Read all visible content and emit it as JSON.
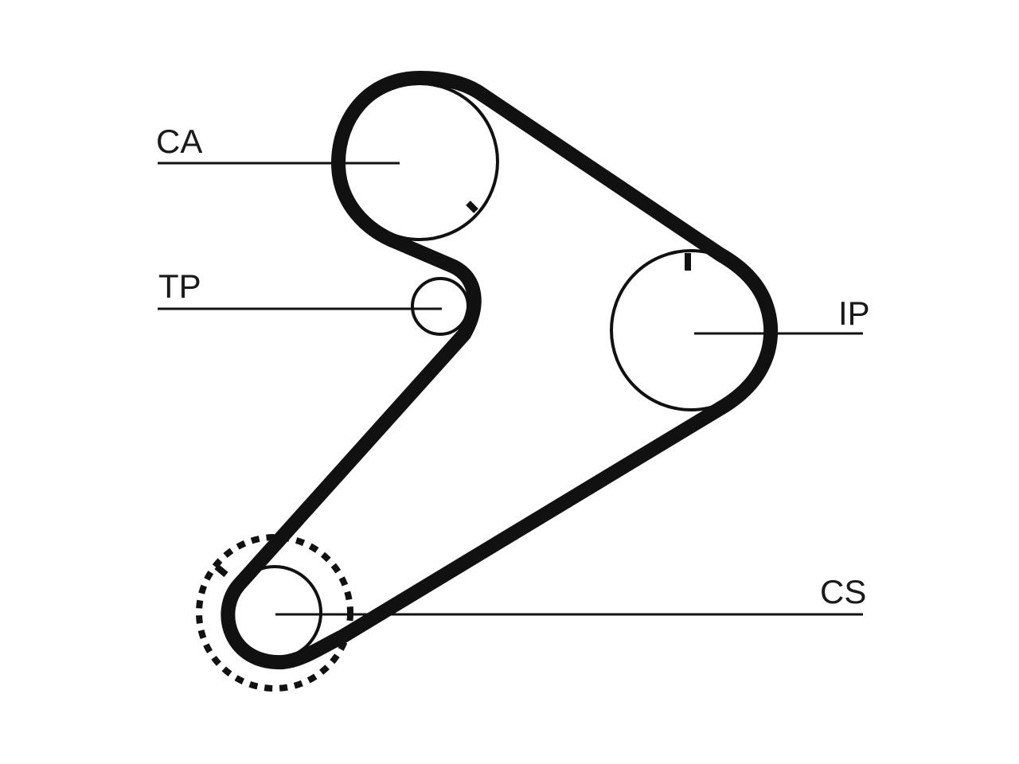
{
  "diagram": {
    "type": "timing-belt-layout",
    "colors": {
      "belt": "#111111",
      "pulley": "#111111",
      "leader": "#111111",
      "background": "#ffffff"
    },
    "labels": {
      "ca": "CA",
      "tp": "TP",
      "ip": "IP",
      "cs": "CS"
    }
  }
}
